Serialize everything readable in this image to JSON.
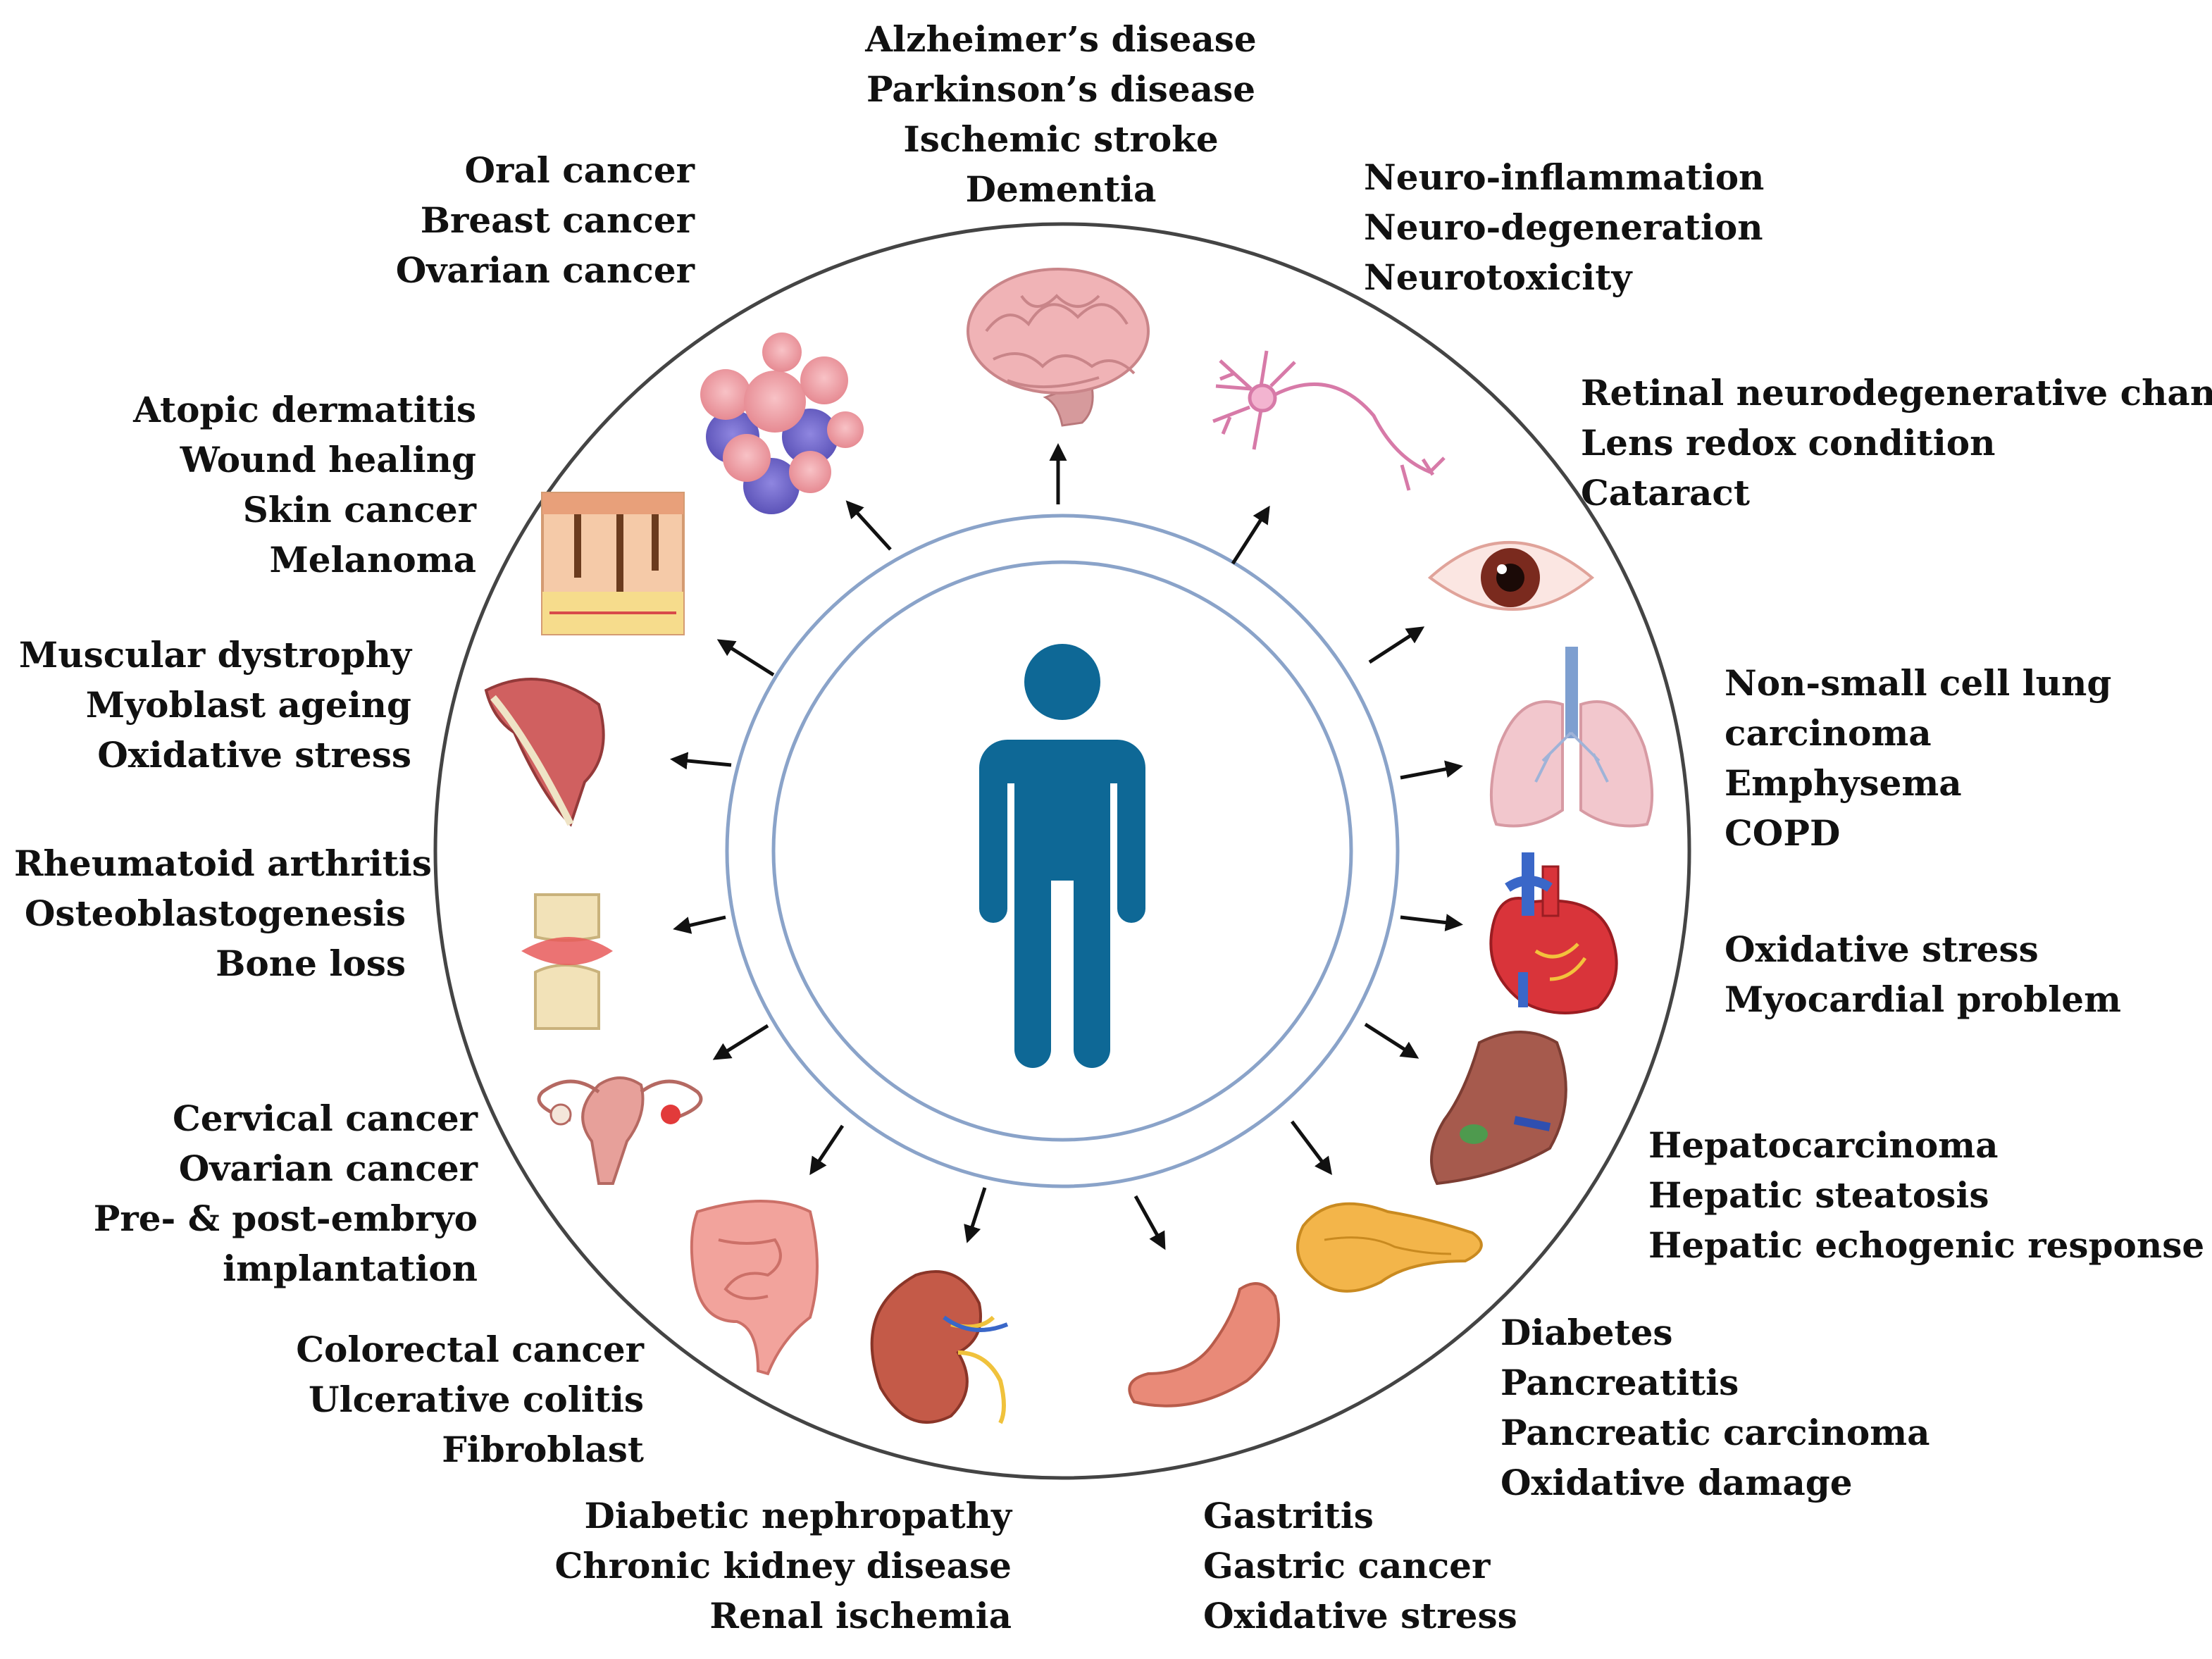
{
  "colors": {
    "ring": "#8aa3c9",
    "outer_circle": "#444444",
    "person": "#0e6896",
    "arrow": "#111111",
    "text": "#111111"
  },
  "center": {
    "icon": "person-icon"
  },
  "groups": [
    {
      "id": "brain",
      "icon": "brain-icon",
      "lines": [
        "Alzheimer’s disease",
        "Parkinson’s disease",
        "Ischemic stroke",
        "Dementia"
      ]
    },
    {
      "id": "neuron",
      "icon": "neuron-icon",
      "lines": [
        "Neuro-inflammation",
        "Neuro-degeneration",
        "Neurotoxicity"
      ]
    },
    {
      "id": "eye",
      "icon": "eye-icon",
      "lines": [
        "Retinal neurodegenerative changes",
        "Lens redox condition",
        "Cataract"
      ]
    },
    {
      "id": "lung",
      "icon": "lung-icon",
      "lines": [
        "Non-small cell lung",
        "carcinoma",
        "Emphysema",
        "COPD"
      ]
    },
    {
      "id": "heart",
      "icon": "heart-icon",
      "lines": [
        "Oxidative stress",
        "Myocardial problem"
      ]
    },
    {
      "id": "liver",
      "icon": "liver-icon",
      "lines": [
        "Hepatocarcinoma",
        "Hepatic steatosis",
        "Hepatic echogenic response"
      ]
    },
    {
      "id": "pancreas",
      "icon": "pancreas-icon",
      "lines": [
        "Diabetes",
        "Pancreatitis",
        "Pancreatic carcinoma",
        "Oxidative damage"
      ]
    },
    {
      "id": "stomach",
      "icon": "stomach-icon",
      "lines": [
        "Gastritis",
        "Gastric cancer",
        "Oxidative stress"
      ]
    },
    {
      "id": "kidney",
      "icon": "kidney-icon",
      "lines": [
        "Diabetic nephropathy",
        "Chronic kidney disease",
        "Renal ischemia"
      ]
    },
    {
      "id": "intestine",
      "icon": "intestine-icon",
      "lines": [
        "Colorectal cancer",
        "Ulcerative colitis",
        "Fibroblast"
      ]
    },
    {
      "id": "uterus",
      "icon": "uterus-icon",
      "lines": [
        "Cervical cancer",
        "Ovarian cancer",
        "Pre- & post-embryo",
        "implantation"
      ]
    },
    {
      "id": "joint",
      "icon": "joint-icon",
      "lines": [
        "Rheumatoid arthritis",
        "Osteoblastogenesis",
        "Bone loss"
      ]
    },
    {
      "id": "muscle",
      "icon": "muscle-icon",
      "lines": [
        "Muscular dystrophy",
        "Myoblast ageing",
        "Oxidative stress"
      ]
    },
    {
      "id": "skin",
      "icon": "skin-icon",
      "lines": [
        "Atopic dermatitis",
        "Wound healing",
        "Skin cancer",
        "Melanoma"
      ]
    },
    {
      "id": "cancer-cells",
      "icon": "cancer-cells-icon",
      "lines": [
        "Oral cancer",
        "Breast cancer",
        "Ovarian cancer"
      ]
    }
  ]
}
